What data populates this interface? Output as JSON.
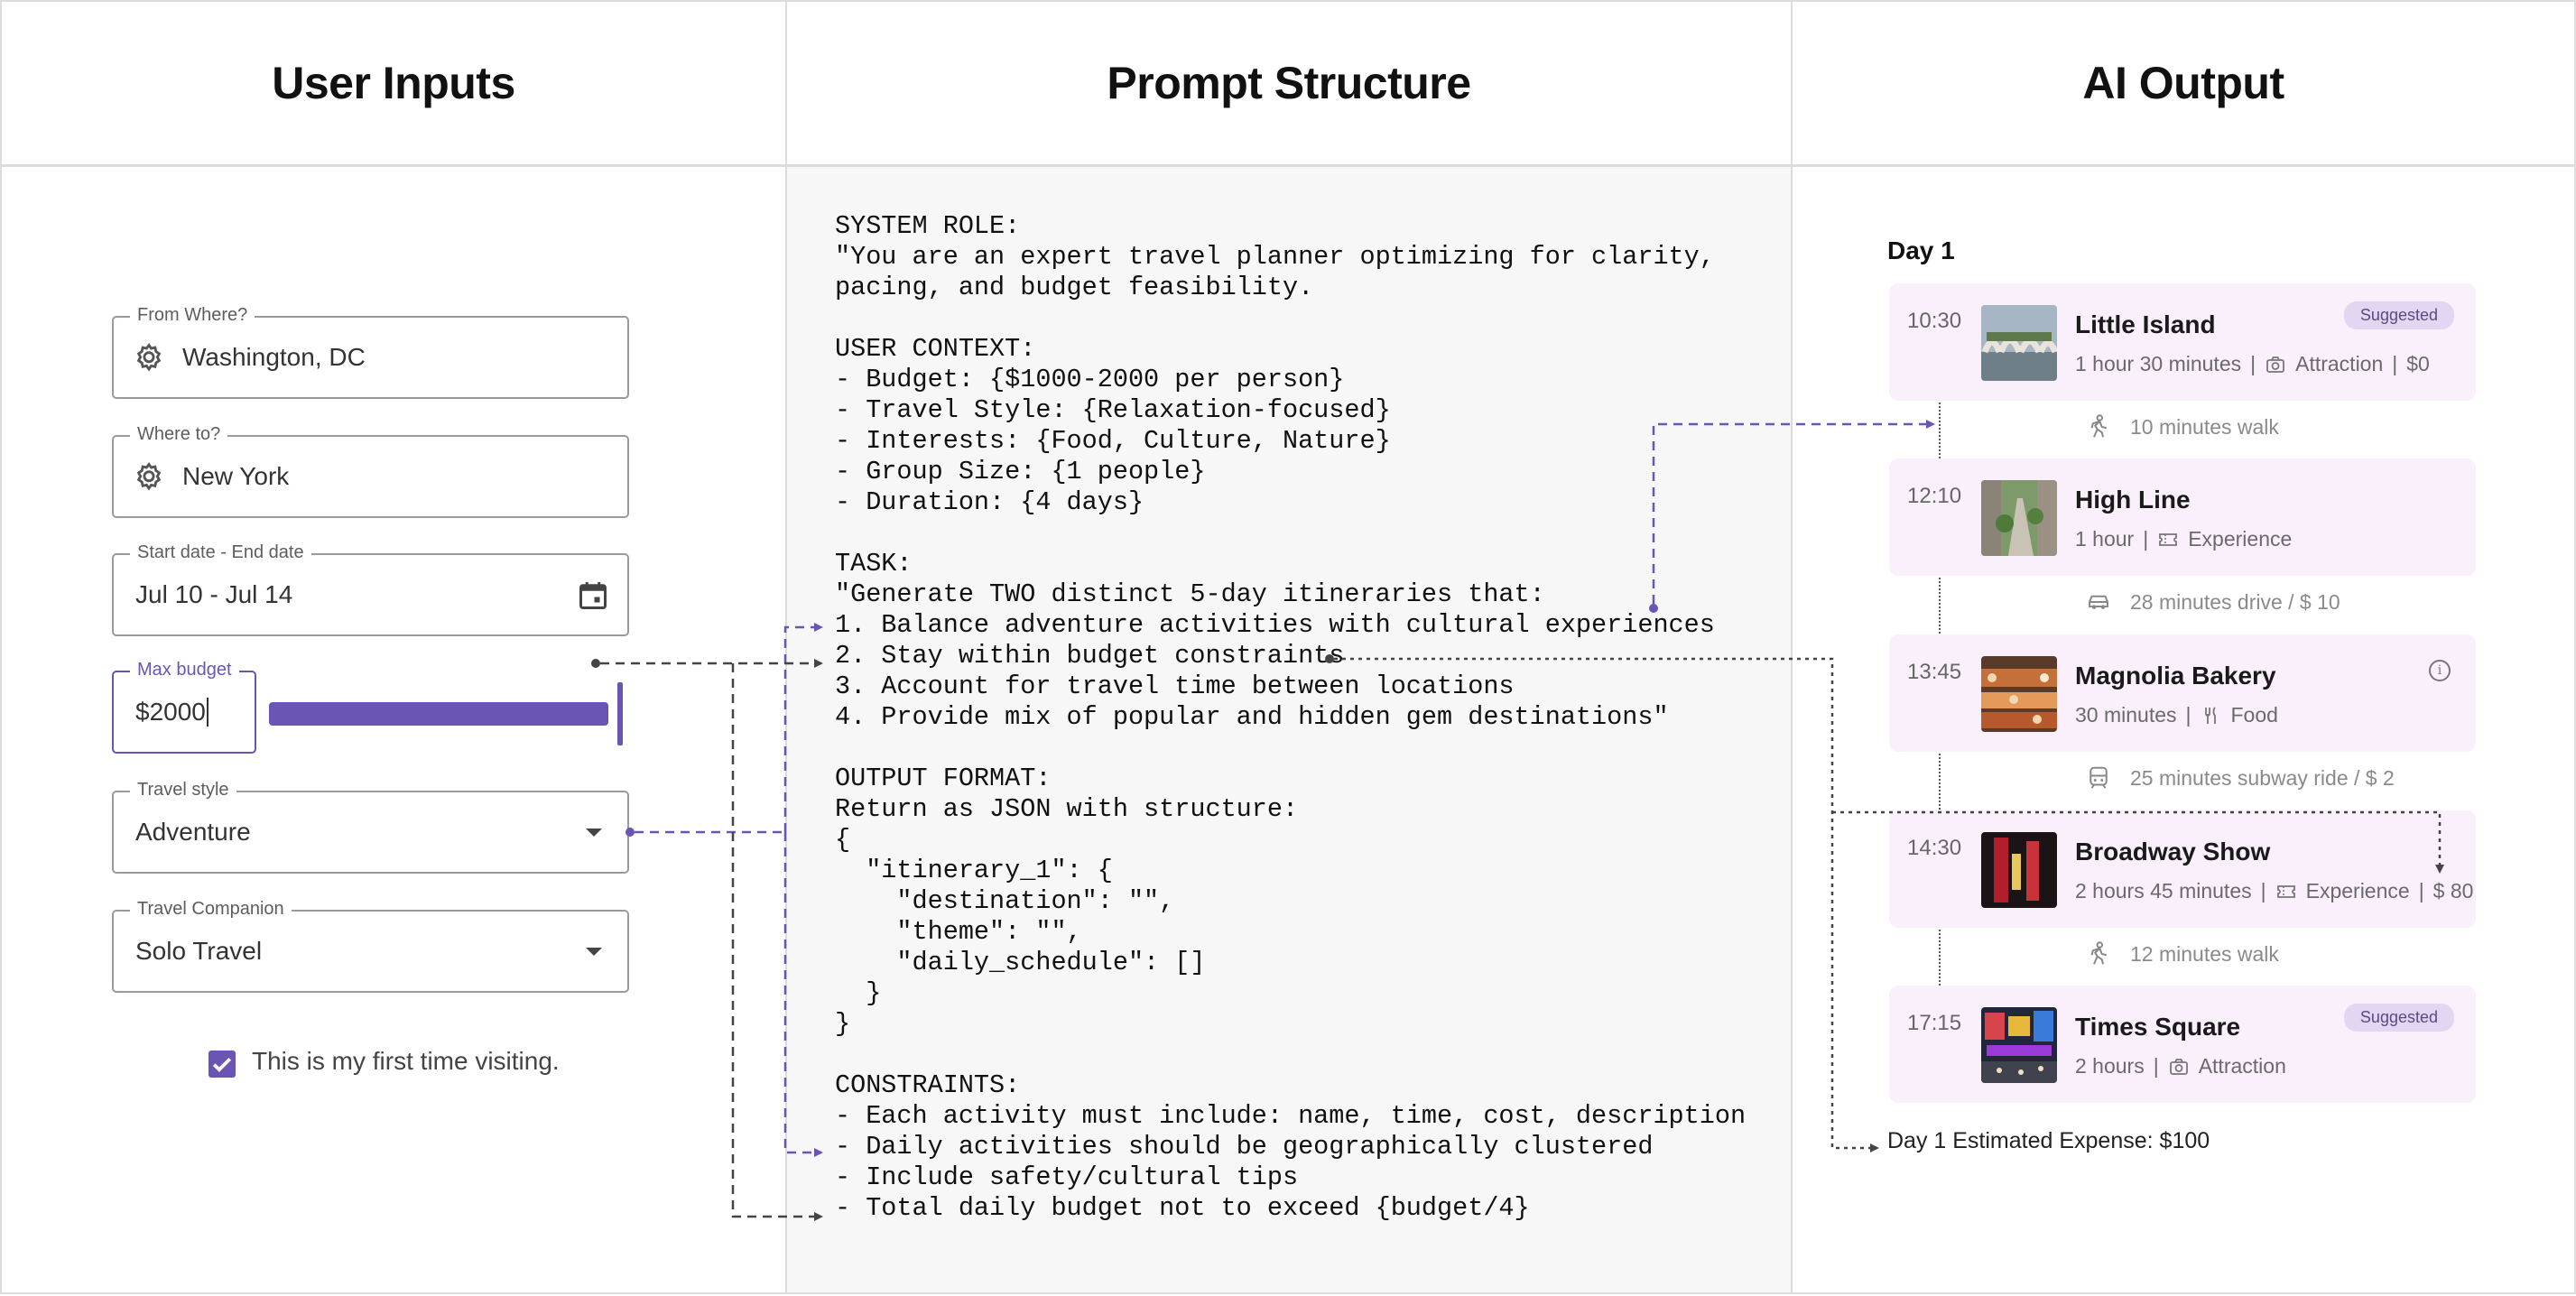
{
  "columns": {
    "inputs_title": "User Inputs",
    "prompt_title": "Prompt Structure",
    "output_title": "AI Output"
  },
  "form": {
    "from": {
      "label": "From Where?",
      "value": "Washington, DC"
    },
    "to": {
      "label": "Where to?",
      "value": "New York"
    },
    "dates": {
      "label": "Start date - End date",
      "value": "Jul 10 - Jul 14"
    },
    "budget": {
      "label": "Max budget",
      "value": "$2000",
      "slider_fraction": 1.0
    },
    "style": {
      "label": "Travel style",
      "value": "Adventure"
    },
    "companion": {
      "label": "Travel Companion",
      "value": "Solo Travel"
    },
    "first_visit": {
      "label": "This is my first time visiting.",
      "checked": true
    }
  },
  "prompt": {
    "text": "SYSTEM ROLE:\n\"You are an expert travel planner optimizing for clarity,\npacing, and budget feasibility.\n\nUSER CONTEXT:\n- Budget: {$1000-2000 per person}\n- Travel Style: {Relaxation-focused}\n- Interests: {Food, Culture, Nature}\n- Group Size: {1 people}\n- Duration: {4 days}\n\nTASK:\n\"Generate TWO distinct 5-day itineraries that:\n1. Balance adventure activities with cultural experiences\n2. Stay within budget constraints\n3. Account for travel time between locations\n4. Provide mix of popular and hidden gem destinations\"\n\nOUTPUT FORMAT:\nReturn as JSON with structure:\n{\n  \"itinerary_1\": {\n    \"destination\": \"\",\n    \"theme\": \"\",\n    \"daily_schedule\": []\n  }\n}\n\nCONSTRAINTS:\n- Each activity must include: name, time, cost, description\n- Daily activities should be geographically clustered\n- Include safety/cultural tips\n- Total daily budget not to exceed {budget/4}"
  },
  "output": {
    "day_title": "Day 1",
    "activities": [
      {
        "time": "10:30",
        "name": "Little Island",
        "duration": "1 hour 30 minutes",
        "category": "Attraction",
        "category_icon": "camera-icon",
        "cost": "$0",
        "badge": "Suggested",
        "thumb": "little-island-photo"
      },
      {
        "time": "12:10",
        "name": "High Line",
        "duration": "1 hour",
        "category": "Experience",
        "category_icon": "ticket-icon",
        "cost": "",
        "badge": "",
        "thumb": "high-line-photo"
      },
      {
        "time": "13:45",
        "name": "Magnolia Bakery",
        "duration": "30 minutes",
        "category": "Food",
        "category_icon": "utensils-icon",
        "cost": "",
        "badge": "",
        "thumb": "bakery-photo"
      },
      {
        "time": "14:30",
        "name": "Broadway Show",
        "duration": "2 hours 45 minutes",
        "category": "Experience",
        "category_icon": "ticket-icon",
        "cost": "$ 80",
        "badge": "",
        "thumb": "broadway-photo"
      },
      {
        "time": "17:15",
        "name": "Times Square",
        "duration": "2 hours",
        "category": "Attraction",
        "category_icon": "camera-icon",
        "cost": "",
        "badge": "Suggested",
        "thumb": "times-square-photo"
      }
    ],
    "transits": [
      {
        "text": "10 minutes walk",
        "icon": "walk-icon"
      },
      {
        "text": "28 minutes drive / $ 10",
        "icon": "car-icon"
      },
      {
        "text": "25 minutes subway ride / $ 2",
        "icon": "subway-icon"
      },
      {
        "text": "12 minutes walk",
        "icon": "walk-icon"
      }
    ],
    "expense": "Day 1 Estimated Expense: $100"
  },
  "colors": {
    "accent": "#6a55b5",
    "card_bg": "#f9f0fb",
    "badge_bg": "#e2d6f2",
    "connector_dark": "#444444"
  }
}
